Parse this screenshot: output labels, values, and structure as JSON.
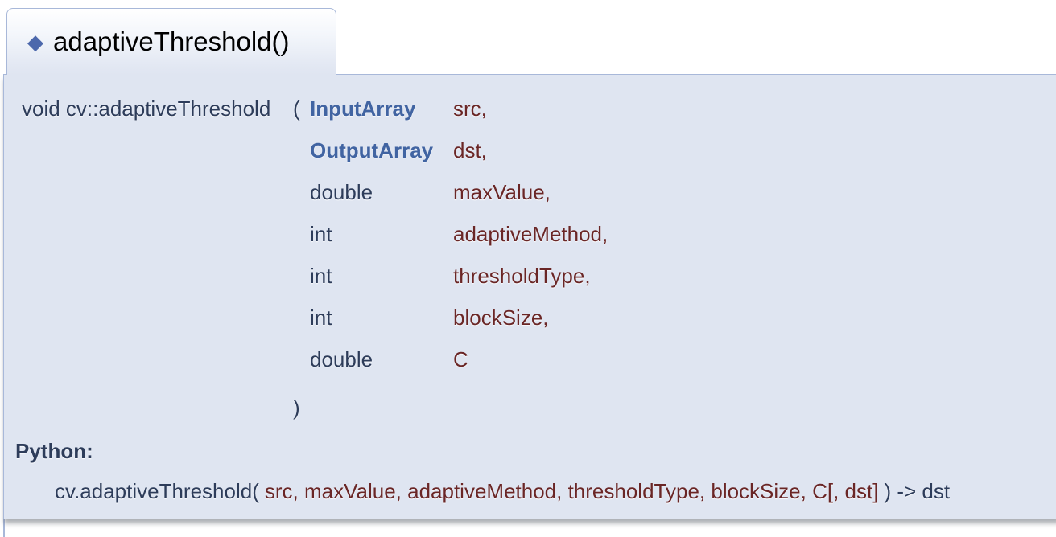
{
  "member": {
    "anchor_icon": "◆",
    "title": "adaptiveThreshold()",
    "signature": {
      "memname": "void cv::adaptiveThreshold",
      "open_paren": "(",
      "close_paren": ")",
      "params": [
        {
          "type": "InputArray",
          "name": "src,"
        },
        {
          "type": "OutputArray",
          "name": "dst,"
        },
        {
          "type": "double",
          "name": "maxValue,"
        },
        {
          "type": "int",
          "name": "adaptiveMethod,"
        },
        {
          "type": "int",
          "name": "thresholdType,"
        },
        {
          "type": "int",
          "name": "blockSize,"
        },
        {
          "type": "double",
          "name": "C"
        }
      ]
    },
    "python": {
      "label": "Python:",
      "call_prefix": "cv.adaptiveThreshold(",
      "arguments": "src, maxValue, adaptiveMethod, thresholdType, blockSize, C[, dst]",
      "call_suffix": ") -> dst"
    }
  },
  "colors": {
    "panel_background": "#dfe5f1",
    "panel_border": "#a8b8d9",
    "body_text_navy": "#2d3c5a",
    "param_name_maroon": "#6a2626",
    "type_link_blue": "#4164a2",
    "anchor_diamond_blue": "#4c68ac",
    "title_text": "#000000"
  }
}
